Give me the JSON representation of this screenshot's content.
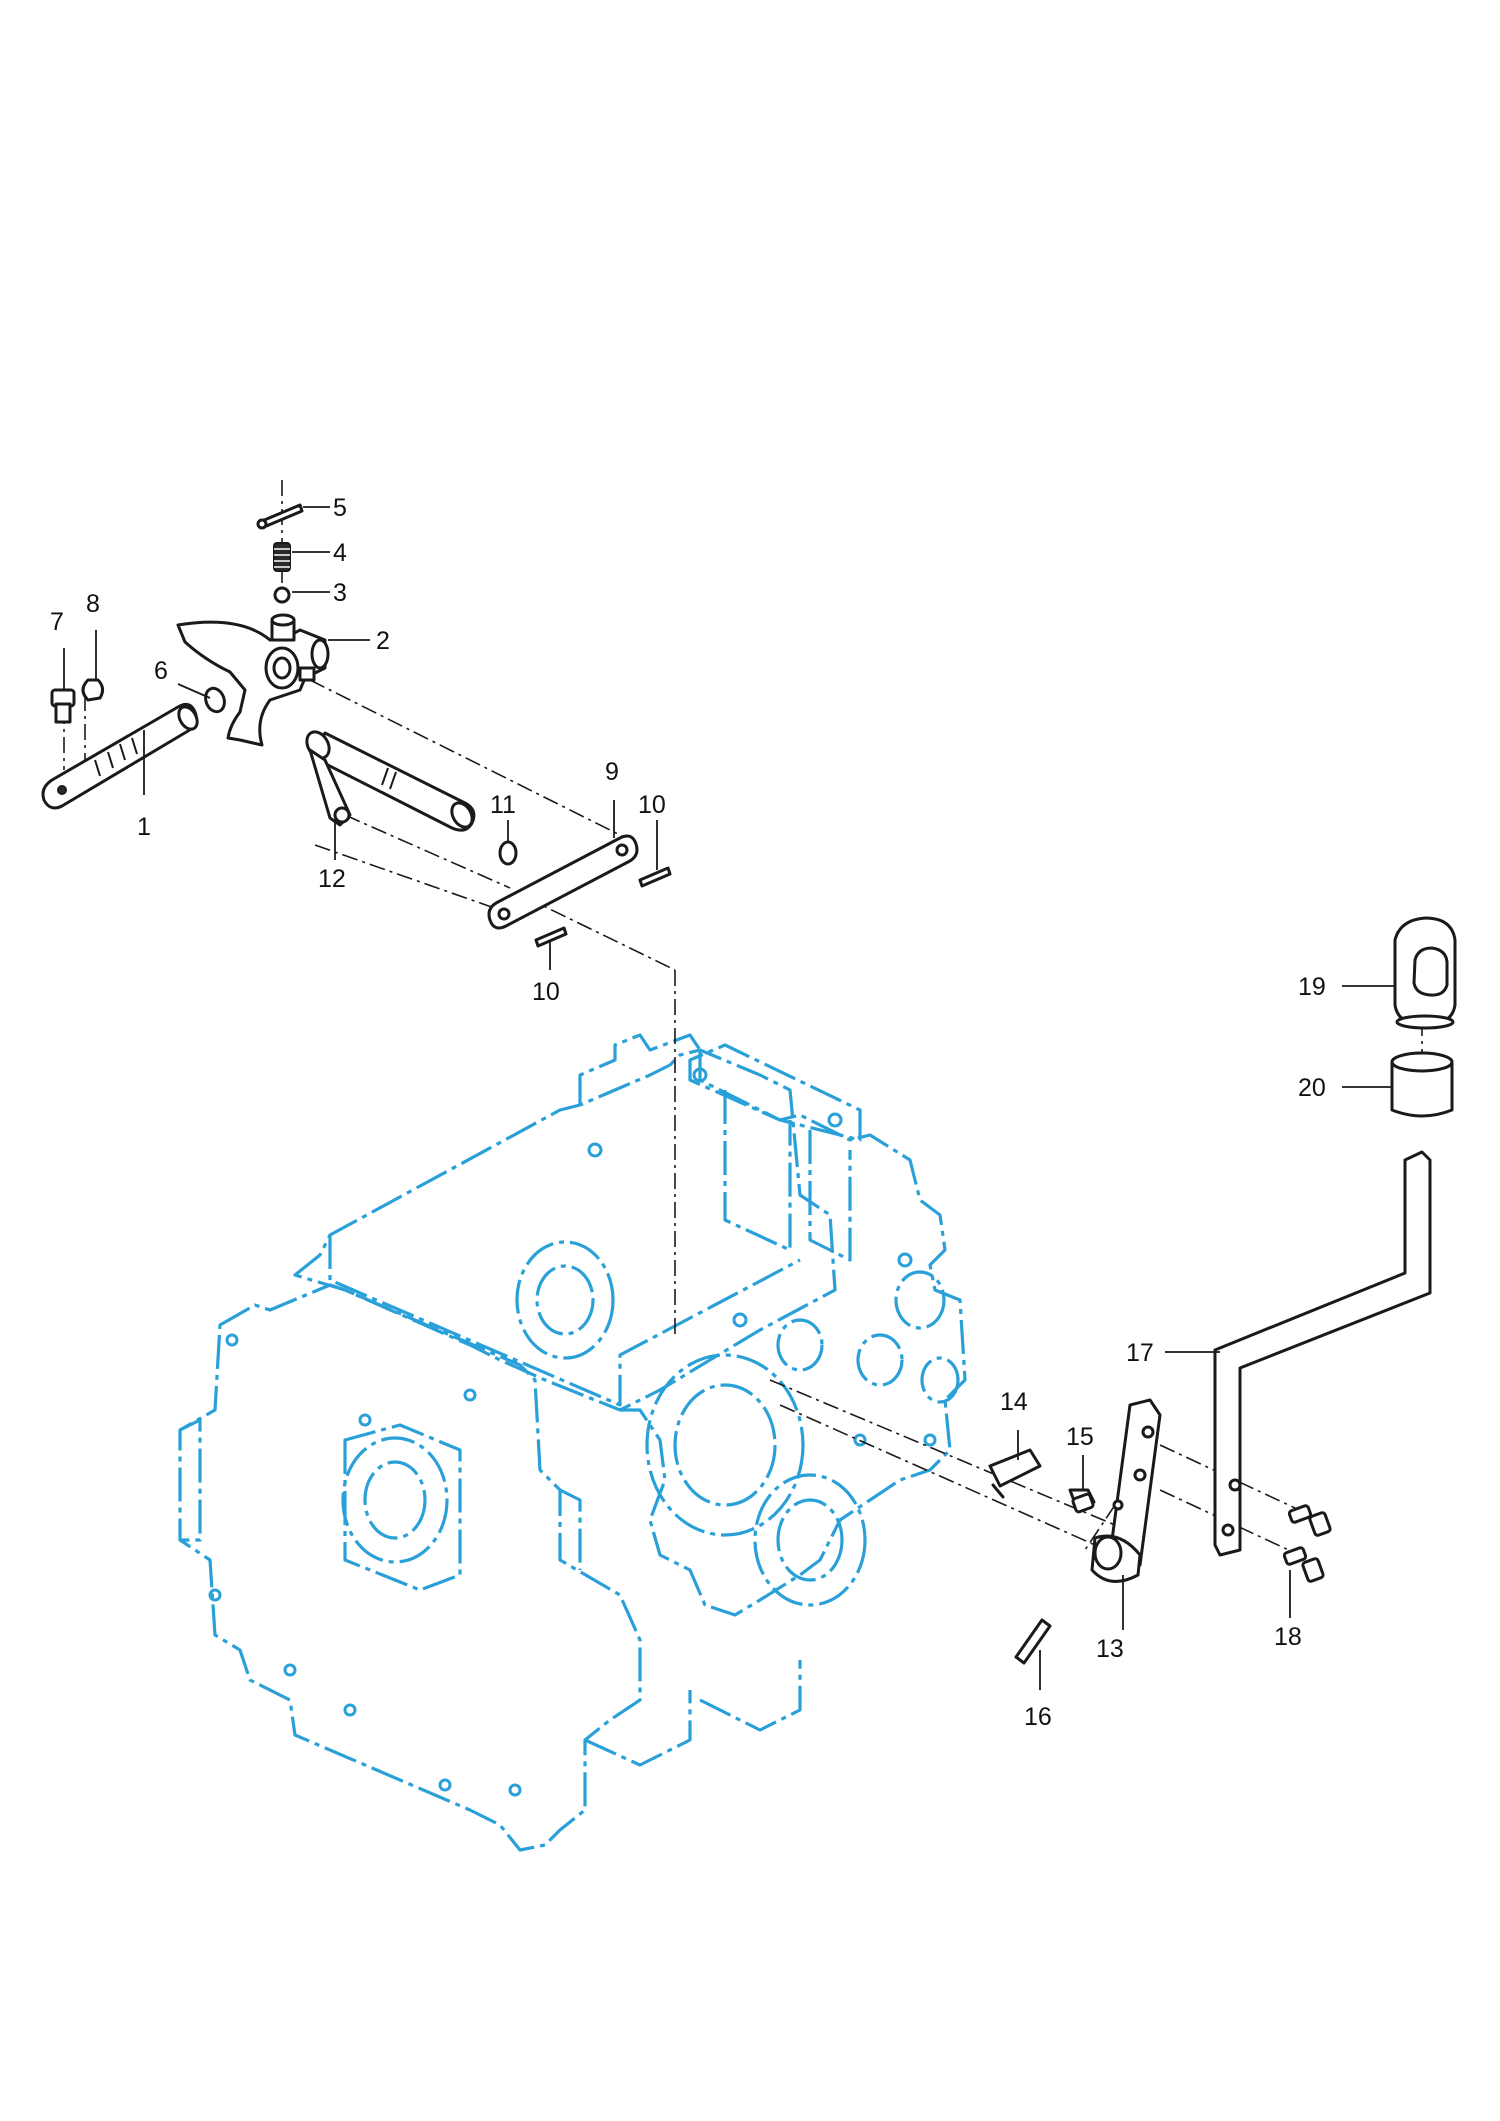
{
  "colors": {
    "housing": "#2aa0d8",
    "parts": "#1a1a1a",
    "background": "#ffffff"
  },
  "callouts": [
    "1",
    "2",
    "3",
    "4",
    "5",
    "6",
    "7",
    "8",
    "9",
    "10",
    "10",
    "11",
    "12",
    "13",
    "14",
    "15",
    "16",
    "17",
    "18",
    "19",
    "20"
  ]
}
